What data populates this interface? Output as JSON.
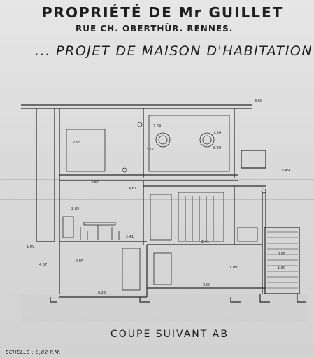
{
  "title": {
    "line1": "PROPRIÉTÉ DE Mr GUILLET",
    "line2": "RUE CH. OBERTHÜR. RENNES.",
    "line3": "... PROJET DE MAISON D'HABITATION ..."
  },
  "caption": "COUPE SUIVANT AB",
  "scale": "ECHELLE : 0,02 P.M.",
  "dimensions": {
    "d_roof": "8.89",
    "d_attic_left": "2.95",
    "d_attic_mid": "3.17",
    "d_upper_rail": "7.64",
    "d_window1": "7.54",
    "d_window2": "6.48",
    "d_right_level": "5.49",
    "d_left_level": "4.87",
    "d_mid_level": "4.61",
    "d_first_floor_h": "2.85",
    "d_ground_left": "2.41",
    "d_ground_right": "2.41",
    "d_ground_h": "2.85",
    "d_stair_h1": "0.95",
    "d_stair_h2": "1.60",
    "d_mezz": "1.09",
    "d_basement_left": "0.26",
    "d_basement_mid": "3.00",
    "d_left_ext": "1.09",
    "d_left_ext2": "4.07"
  }
}
